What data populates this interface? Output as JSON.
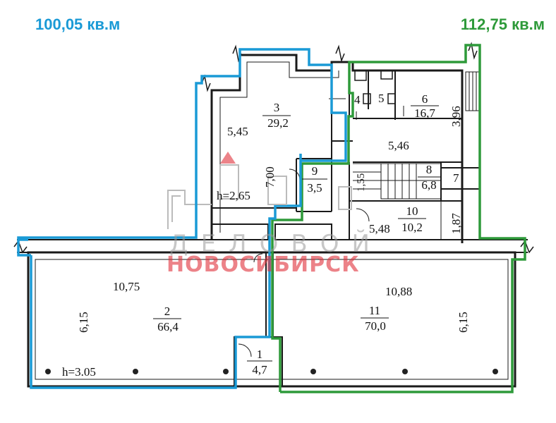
{
  "header": {
    "area_left": "100,05 кв.м",
    "area_right": "112,75 кв.м"
  },
  "colors": {
    "blue_outline": "#1a9ad6",
    "green_outline": "#2e9a3a",
    "wall": "#1a1a1a",
    "area_left_text": "#1a9ad6",
    "area_right_text": "#2e9a3a"
  },
  "watermark": {
    "line1": "ДЕЛОВОЙ",
    "line2": "НОВОСИБИРСК"
  },
  "rooms": {
    "r1": {
      "number": "1",
      "area": "4,7"
    },
    "r2": {
      "number": "2",
      "area": "66,4",
      "dim_width": "10,75",
      "dim_height": "6,15",
      "ceiling": "h=3.05"
    },
    "r3": {
      "number": "3",
      "area": "29,2",
      "dim_width": "5,45",
      "dim_height": "7,00",
      "ceiling": "h=2,65"
    },
    "r4": {
      "number": "4"
    },
    "r5": {
      "number": "5"
    },
    "r6": {
      "number": "6",
      "area": "16,7",
      "dim_height": "3,96"
    },
    "r7": {
      "number": "7"
    },
    "r8": {
      "number": "8",
      "area": "6,8"
    },
    "r9": {
      "number": "9",
      "area": "3,5"
    },
    "r10": {
      "number": "10",
      "area": "10,2",
      "dim_width": "5,48",
      "dim_height": "1,87"
    },
    "r11": {
      "number": "11",
      "area": "70,0",
      "dim_width": "10,88",
      "dim_height": "6,15"
    },
    "corridor": {
      "dim_width": "5,46",
      "dim_side": "1,55"
    }
  }
}
